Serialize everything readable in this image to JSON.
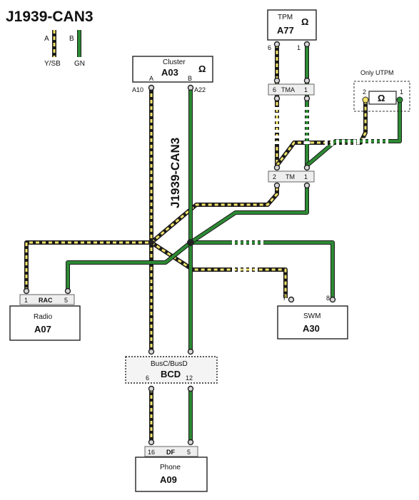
{
  "title": "J1939-CAN3",
  "vertical_label": "J1939-CAN3",
  "legend": {
    "wire_a": {
      "letter": "A",
      "code": "Y/SB",
      "color": "#f2e36a"
    },
    "wire_b": {
      "letter": "B",
      "code": "GN",
      "color": "#2d8a34"
    }
  },
  "modules": {
    "tpm": {
      "name": "TPM",
      "code": "A77"
    },
    "cluster": {
      "name": "Cluster",
      "code": "A03",
      "pin_a": "A",
      "pin_b": "B",
      "pin_a10": "A10",
      "pin_a22": "A22"
    },
    "only_utpm": {
      "label": "Only UTPM",
      "pin_2": "2",
      "pin_1": "1"
    },
    "radio": {
      "name": "Radio",
      "code": "A07"
    },
    "swm": {
      "name": "SWM",
      "code": "A30"
    },
    "busc": {
      "name": "BusC/BusD",
      "code": "BCD"
    },
    "phone": {
      "name": "Phone",
      "code": "A09"
    }
  },
  "connectors": {
    "tpm_pins": {
      "left": "6",
      "right": "1"
    },
    "tma": {
      "left": "6",
      "name": "TMA",
      "right": "1"
    },
    "tm": {
      "left": "2",
      "name": "TM",
      "right": "1"
    },
    "rac": {
      "left": "1",
      "name": "RAC",
      "right": "5"
    },
    "swm_pins": {
      "left": "7",
      "right": "8"
    },
    "bcd_pins": {
      "left": "6",
      "right": "12"
    },
    "df": {
      "left": "16",
      "name": "DF",
      "right": "5"
    }
  },
  "ohm_symbol": "Ω"
}
